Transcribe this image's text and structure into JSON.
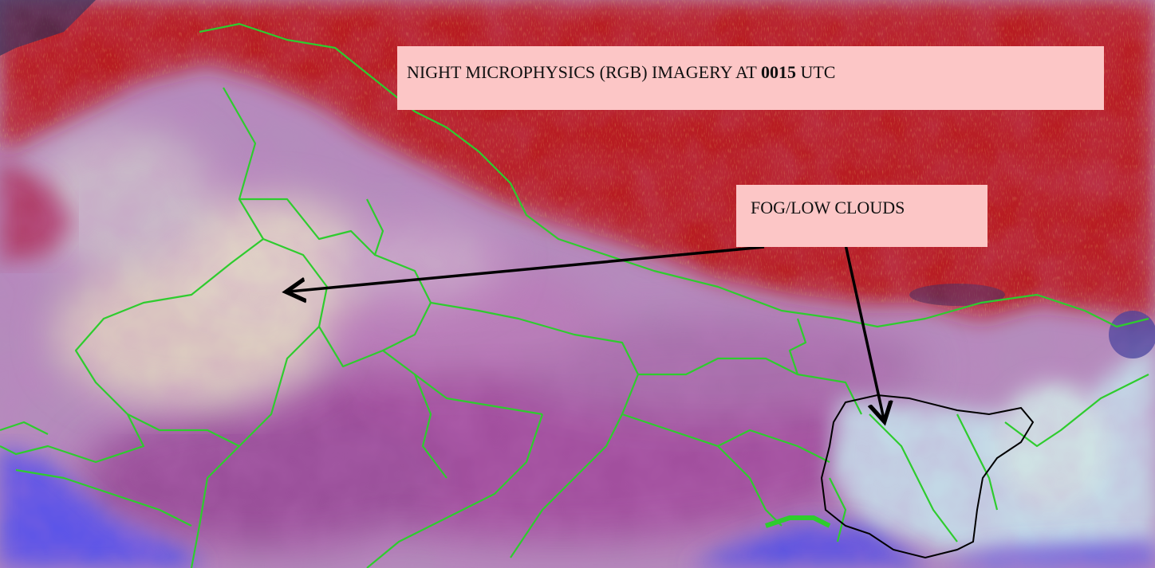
{
  "title": {
    "prefix": "NIGHT MICROPHYSICS (RGB) IMAGERY AT ",
    "time": "0015",
    "suffix": " UTC"
  },
  "annotation": {
    "label": "FOG/LOW CLOUDS"
  },
  "colors": {
    "label_box": "#fcc6c6",
    "cold_land": "#b81a24",
    "fog": "#c7a3c9",
    "fog_bright": "#dcd0c8",
    "low_cloud_haze": "#9c5a9c",
    "sea": "#5a52e6",
    "fog_dense_ne": "#c6dcea",
    "boundaries": "#2ecc2e",
    "arrow": "#000000",
    "outline": "#000000"
  }
}
